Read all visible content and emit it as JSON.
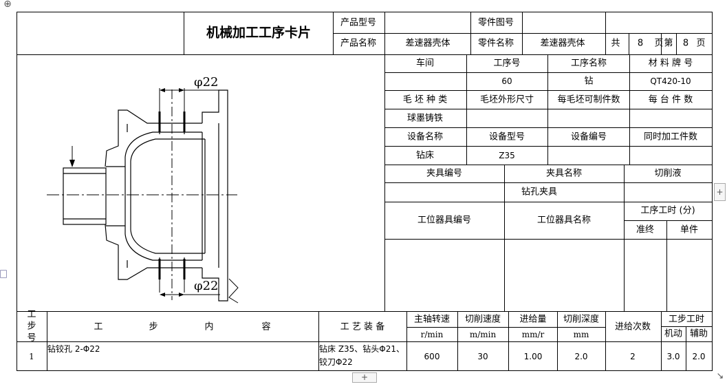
{
  "card": {
    "title": "机械加工工序卡片",
    "product_model_label": "产品型号",
    "product_model_value": "",
    "part_drawing_label": "零件图号",
    "part_drawing_value": "",
    "product_name_label": "产品名称",
    "product_name_value": "差速器壳体",
    "part_name_label": "零件名称",
    "part_name_value": "差速器壳体",
    "total_label": "共",
    "total_pages": "8",
    "total_unit": "页",
    "page_label": "第",
    "page_no": "8",
    "page_unit": "页"
  },
  "info": {
    "headers1": [
      "车间",
      "工序号",
      "工序名称",
      "材 料 牌 号"
    ],
    "values1": [
      "",
      "60",
      "钻",
      "QT420-10"
    ],
    "headers2": [
      "毛 坯 种 类",
      "毛坯外形尺寸",
      "每毛坯可制件数",
      "每 台 件 数"
    ],
    "values2": [
      "球墨铸铁",
      "",
      "",
      ""
    ],
    "headers3": [
      "设备名称",
      "设备型号",
      "设备编号",
      "同时加工件数"
    ],
    "values3": [
      "钻床",
      "Z35",
      "",
      ""
    ],
    "fixture_headers": [
      "夹具编号",
      "夹具名称",
      "切削液"
    ],
    "fixture_values": [
      "",
      "钻孔夹具",
      ""
    ],
    "station_tool_no": "工位器具编号",
    "station_tool_name": "工位器具名称",
    "process_time": "工序工时 (分)",
    "prep_end": "准终",
    "unit_time": "单件"
  },
  "drawing": {
    "dim_top": "φ22",
    "dim_bottom": "φ22"
  },
  "steps": {
    "headers": {
      "step_no": "工步号",
      "content": [
        "工",
        "步",
        "内",
        "容"
      ],
      "equipment": "工 艺 装 备",
      "spindle_speed": "主轴转速",
      "cutting_speed": "切削速度",
      "feed": "进给量",
      "cut_depth": "切削深度",
      "passes": "进给次数",
      "step_time": "工步工时",
      "machine": "机动",
      "auxiliary": "辅助"
    },
    "units": {
      "spindle_speed": "r/min",
      "cutting_speed": "m/min",
      "feed": "mm/r",
      "cut_depth": "mm"
    },
    "rows": [
      {
        "no": "1",
        "content": "钻铰孔 2-Φ22",
        "equipment_line1": "钻床 Z35、钻头Φ21、",
        "equipment_line2": "铰刀Φ22",
        "spindle_speed": "600",
        "cutting_speed": "30",
        "feed": "1.00",
        "cut_depth": "2.0",
        "passes": "2",
        "machine_time": "3.0",
        "aux_time": "2.0"
      }
    ]
  },
  "editor": {
    "move_handle": "⊕",
    "add_row": "+",
    "add_col": "+",
    "resize": "↘"
  }
}
